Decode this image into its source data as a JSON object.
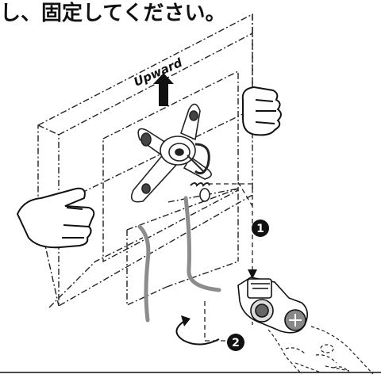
{
  "instruction_text": "し、固定してください。",
  "direction_label": "Upward",
  "steps": [
    "1",
    "2"
  ],
  "colors": {
    "line": "#222222",
    "cable": "#8c8c8c",
    "badge": "#111111",
    "badge_text": "#ffffff"
  }
}
